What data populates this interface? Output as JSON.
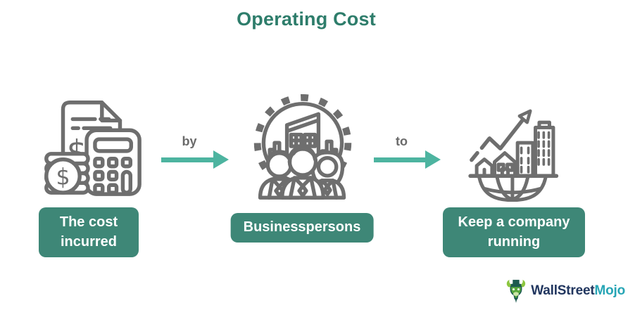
{
  "title": "Operating Cost",
  "flow": {
    "nodes": [
      {
        "icon": "receipt-calculator-coins-icon",
        "label": "The cost incurred"
      },
      {
        "icon": "businesspersons-gear-icon",
        "label": "Businesspersons"
      },
      {
        "icon": "growth-buildings-globe-icon",
        "label": "Keep a company running"
      }
    ],
    "connectors": [
      {
        "label": "by"
      },
      {
        "label": "to"
      }
    ]
  },
  "branding": {
    "wordmark_primary": "WallStreet",
    "wordmark_secondary": "Mojo"
  },
  "colors": {
    "title_color": "#2e7d6b",
    "label_bg": "#3e8777",
    "label_text": "#ffffff",
    "arrow_color": "#4db4a0",
    "connector_label_color": "#6a6a6a",
    "icon_stroke": "#6e6e6e",
    "wordmark_primary_color": "#21365f",
    "wordmark_secondary_color": "#27a5b5"
  }
}
